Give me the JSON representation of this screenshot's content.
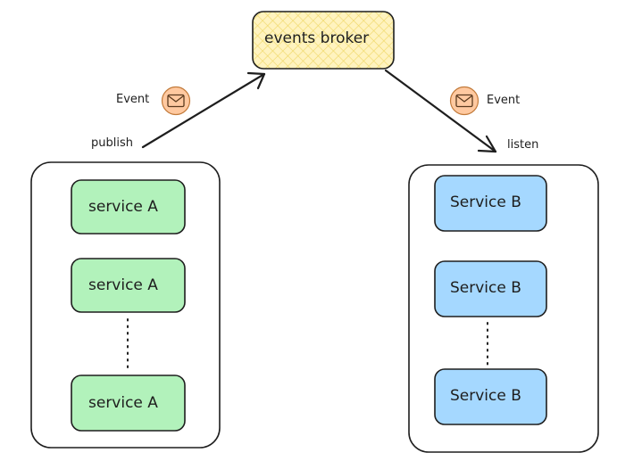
{
  "broker": {
    "label": "events broker"
  },
  "left_group": {
    "nodes": [
      {
        "label": "service A"
      },
      {
        "label": "service A"
      },
      {
        "label": "service A"
      }
    ]
  },
  "right_group": {
    "nodes": [
      {
        "label": "Service B"
      },
      {
        "label": "Service B"
      },
      {
        "label": "Service B"
      }
    ]
  },
  "edges": {
    "publish": {
      "label": "publish",
      "event_label": "Event"
    },
    "listen": {
      "label": "listen",
      "event_label": "Event"
    }
  },
  "icons": {
    "event": "envelope-icon"
  },
  "colors": {
    "stroke": "#1e1e1e",
    "broker_fill": "#fff3bf",
    "broker_hatch": "#f0d86a",
    "service_a_fill": "#b2f2bb",
    "service_b_fill": "#a5d8ff",
    "envelope_fill": "#ffc9a0",
    "envelope_stroke": "#c27a3a"
  }
}
